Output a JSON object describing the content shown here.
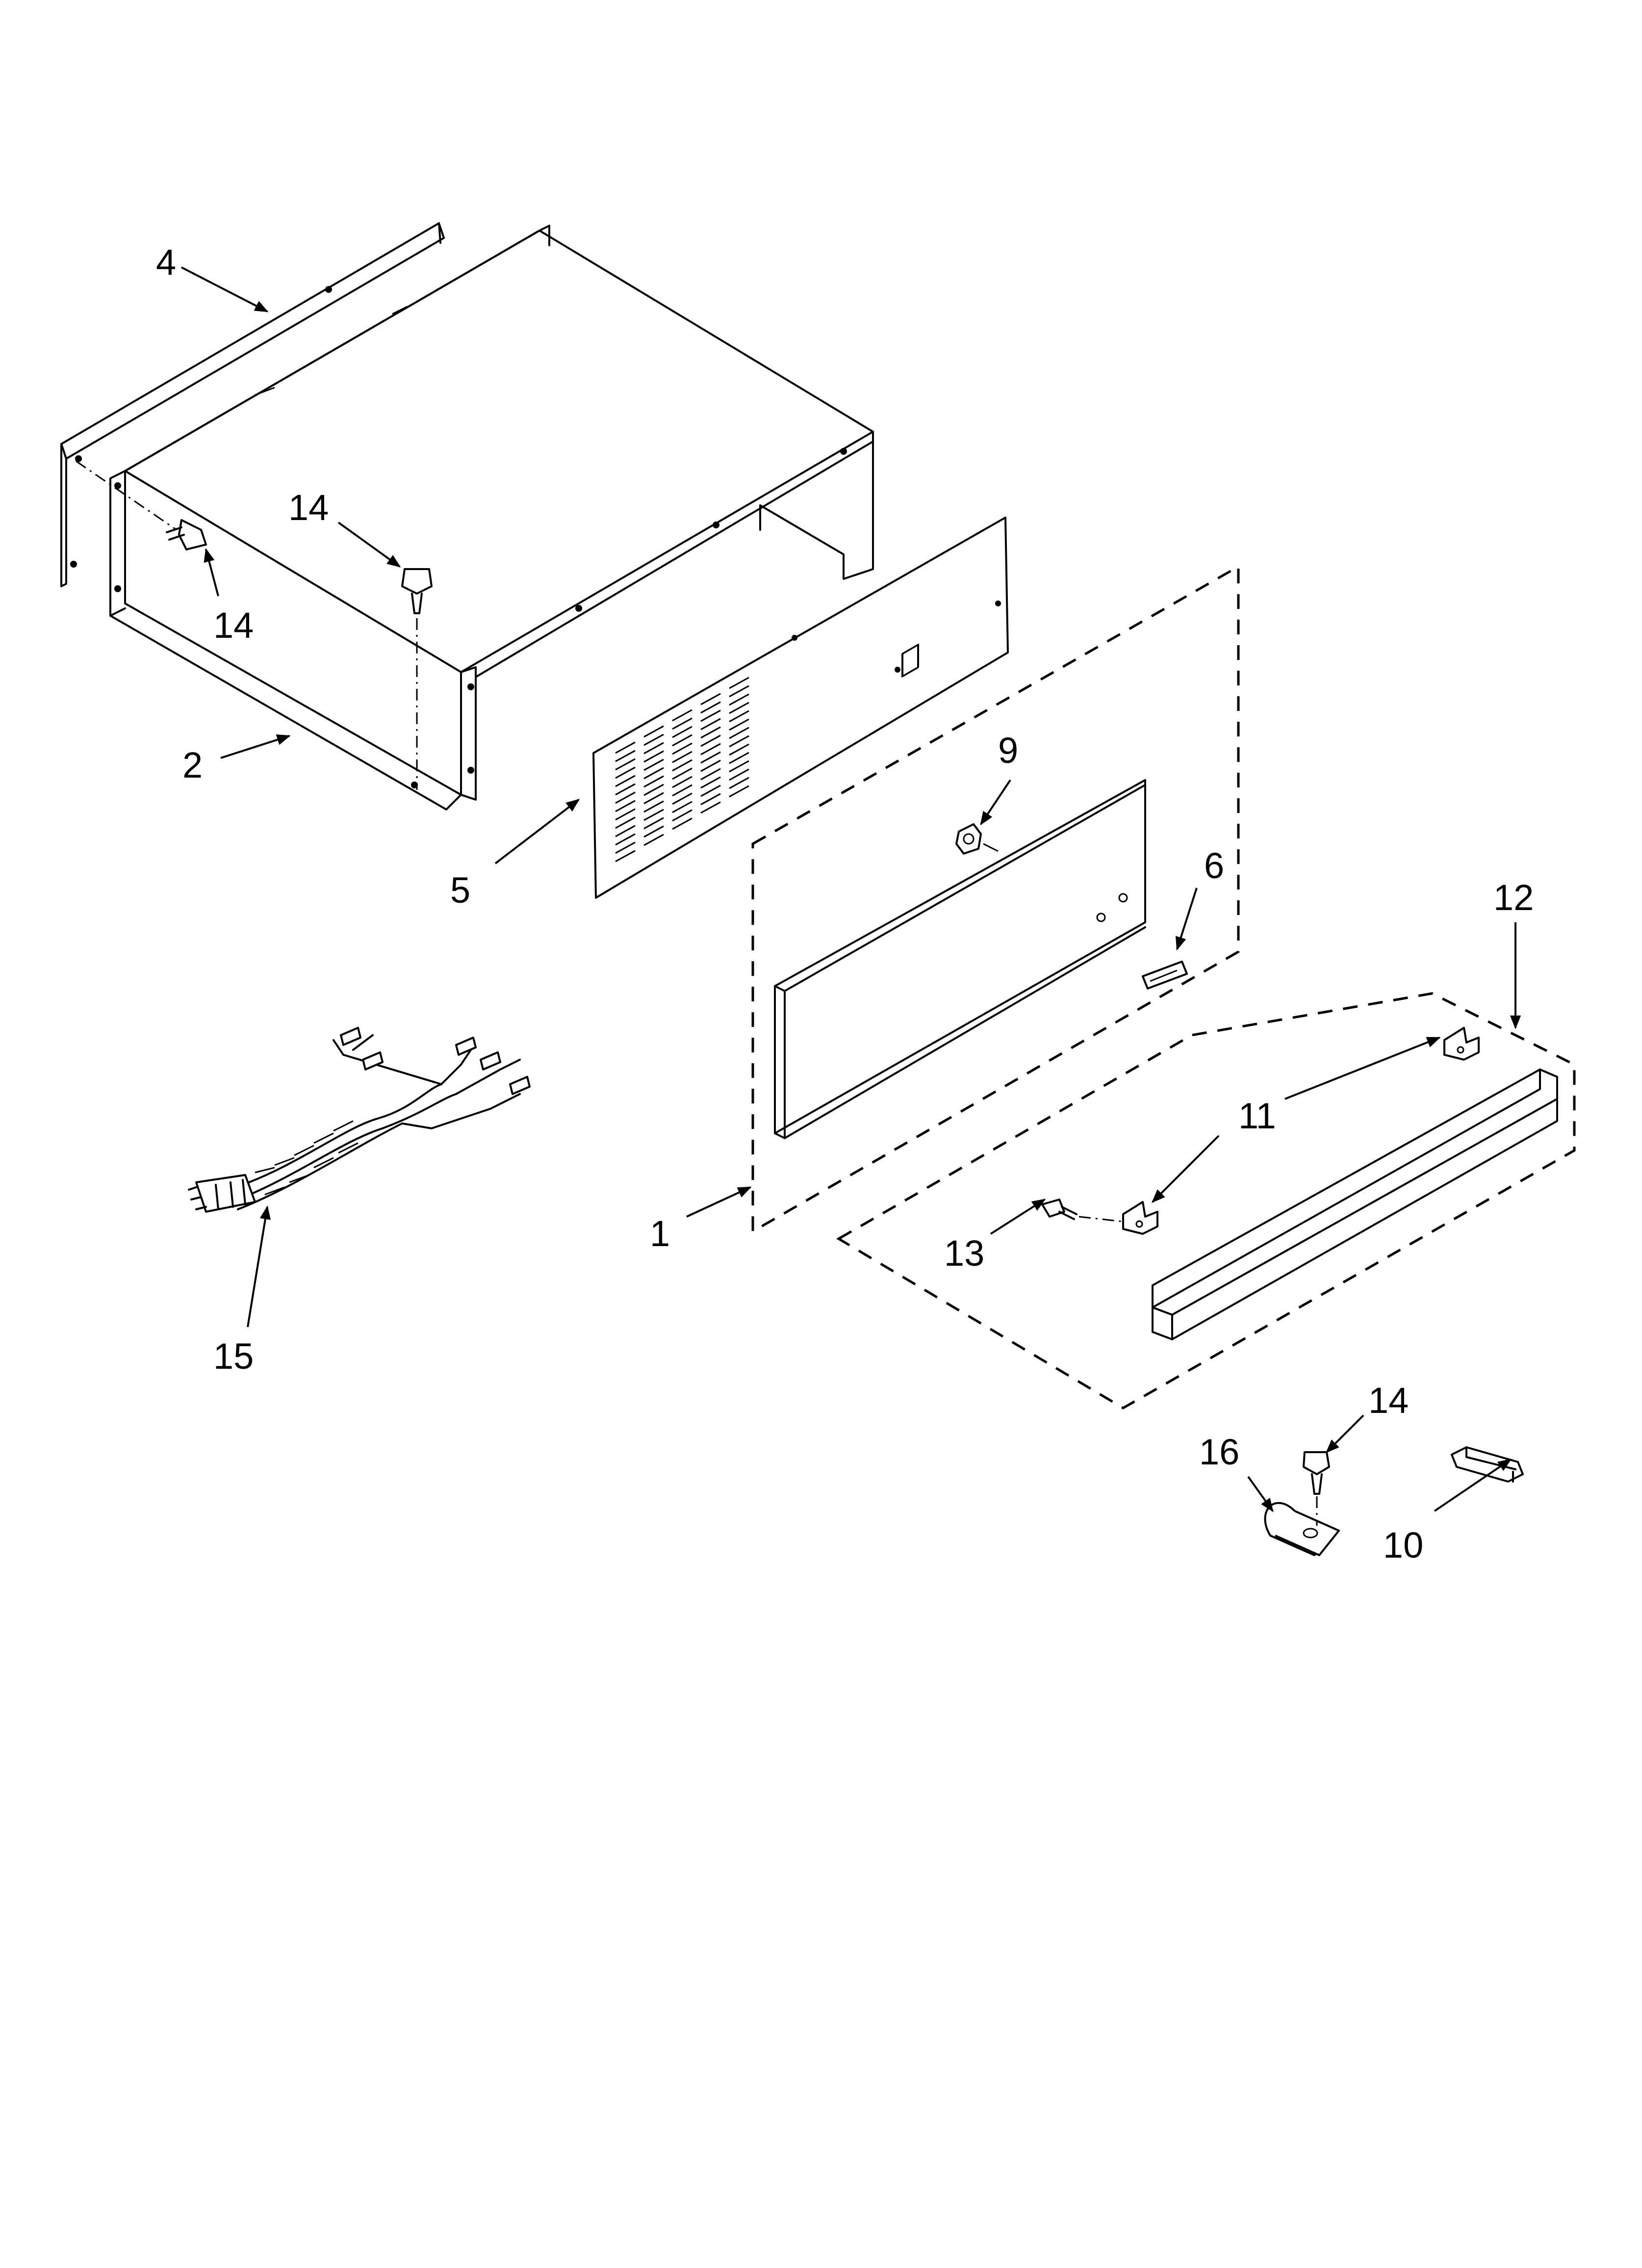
{
  "callouts": {
    "c1": "1",
    "c2": "2",
    "c4": "4",
    "c5": "5",
    "c6": "6",
    "c9": "9",
    "c10": "10",
    "c11": "11",
    "c12": "12",
    "c13": "13",
    "c14a": "14",
    "c14b": "14",
    "c14c": "14",
    "c15": "15",
    "c16": "16"
  }
}
